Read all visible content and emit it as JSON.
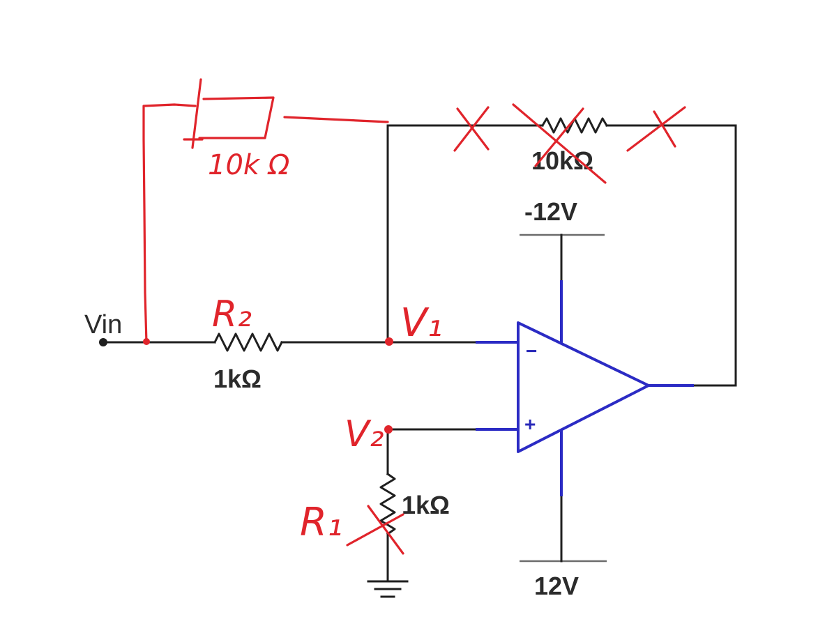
{
  "labels": {
    "vin": "Vin",
    "r2_value": "1kΩ",
    "r1_value": "1kΩ",
    "rf_value": "10kΩ",
    "neg_supply": "-12V",
    "pos_supply": "12V",
    "inverting_sign": "−",
    "noninverting_sign": "+"
  },
  "annotations": {
    "r2": "R₂",
    "r1": "R₁",
    "v1": "V₁",
    "v2": "V₂",
    "new_feedback": "10k Ω"
  },
  "colors": {
    "wire": "#1f1f1f",
    "opamp": "#2b2bc4",
    "annotation": "#e0242b"
  }
}
